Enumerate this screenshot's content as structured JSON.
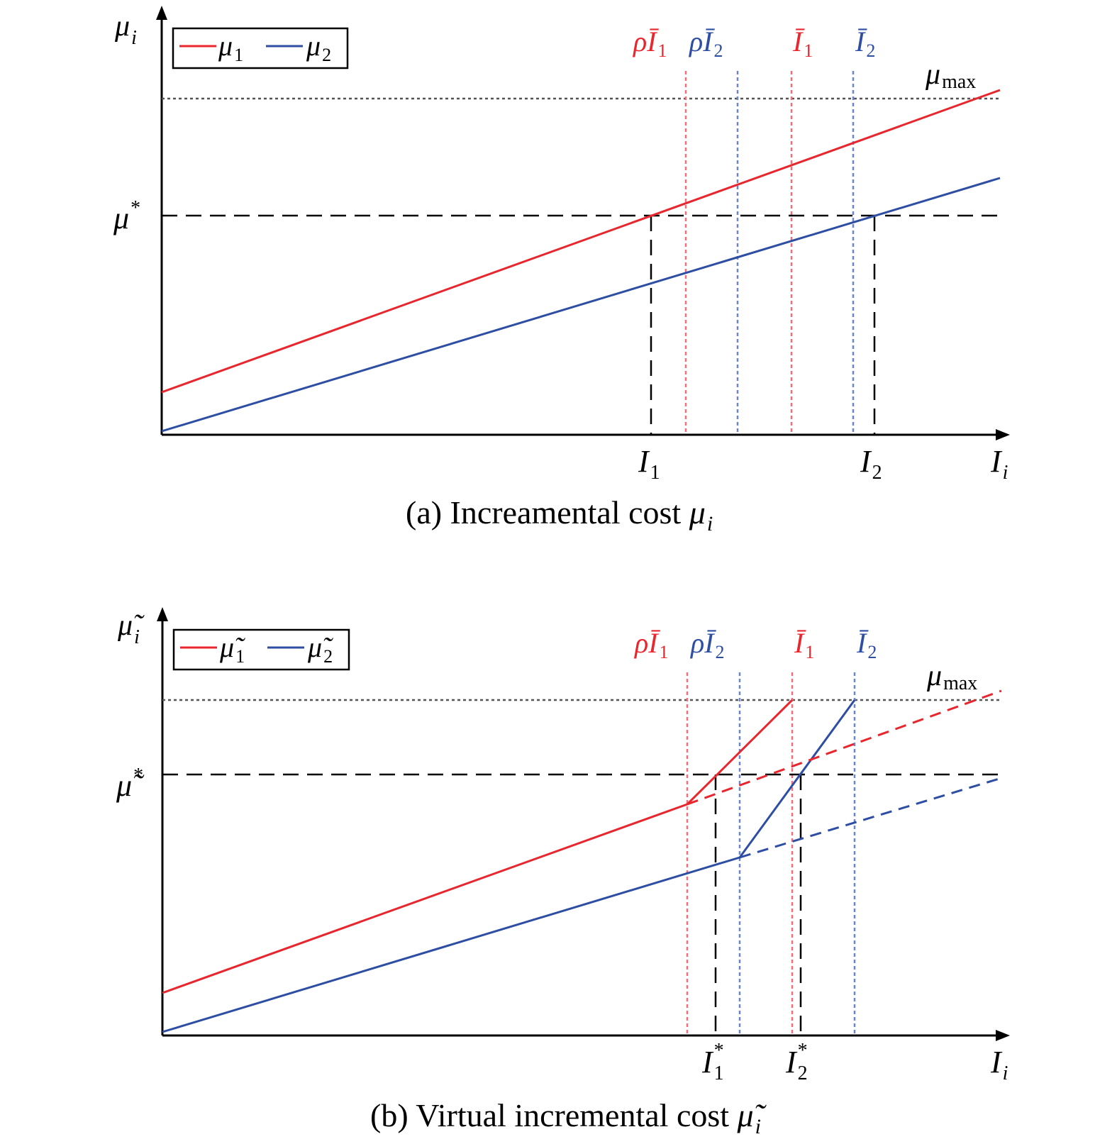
{
  "colors": {
    "red": "#e8262e",
    "blue": "#2e4ea3",
    "red_dotted": "#f0707a",
    "blue_dotted": "#6a86cc",
    "gray": "#555555",
    "black": "#000000"
  },
  "panel_a": {
    "y_axis_label": "μ",
    "y_axis_sub": "i",
    "x_axis_label": "I",
    "x_axis_sub": "i",
    "legend": [
      {
        "symbol": "μ",
        "sub": "1",
        "color": "red"
      },
      {
        "symbol": "μ",
        "sub": "2",
        "color": "blue"
      }
    ],
    "top_labels": [
      {
        "prefix": "ρ",
        "symbol": "Ī",
        "sub": "1",
        "color": "red"
      },
      {
        "prefix": "ρ",
        "symbol": "Ī",
        "sub": "2",
        "color": "blue"
      },
      {
        "prefix": "",
        "symbol": "Ī",
        "sub": "1",
        "color": "red"
      },
      {
        "prefix": "",
        "symbol": "Ī",
        "sub": "2",
        "color": "blue"
      }
    ],
    "mu_max": {
      "symbol": "μ",
      "sub": "max"
    },
    "mu_star": {
      "symbol": "μ",
      "sup": "*"
    },
    "x_ticks": [
      {
        "symbol": "I",
        "sub": "1"
      },
      {
        "symbol": "I",
        "sub": "2"
      }
    ],
    "caption_prefix": "(a) Increamental cost ",
    "caption_symbol": "μ",
    "caption_sub": "i"
  },
  "panel_b": {
    "y_axis_label": "μ̃",
    "y_axis_sub": "i",
    "x_axis_label": "I",
    "x_axis_sub": "i",
    "legend": [
      {
        "symbol": "μ̃",
        "sub": "1",
        "color": "red"
      },
      {
        "symbol": "μ̃",
        "sub": "2",
        "color": "blue"
      }
    ],
    "top_labels": [
      {
        "prefix": "ρ",
        "symbol": "Ī",
        "sub": "1",
        "color": "red"
      },
      {
        "prefix": "ρ",
        "symbol": "Ī",
        "sub": "2",
        "color": "blue"
      },
      {
        "prefix": "",
        "symbol": "Ī",
        "sub": "1",
        "color": "red"
      },
      {
        "prefix": "",
        "symbol": "Ī",
        "sub": "2",
        "color": "blue"
      }
    ],
    "mu_max": {
      "symbol": "μ",
      "sub": "max"
    },
    "mu_star": {
      "symbol": "μ̃",
      "sup": "*"
    },
    "x_ticks": [
      {
        "symbol": "I",
        "sub": "1",
        "sup": "*"
      },
      {
        "symbol": "I",
        "sub": "2",
        "sup": "*"
      }
    ],
    "caption_prefix": "(b) Virtual incremental cost ",
    "caption_symbol": "μ̃",
    "caption_sub": "i"
  }
}
